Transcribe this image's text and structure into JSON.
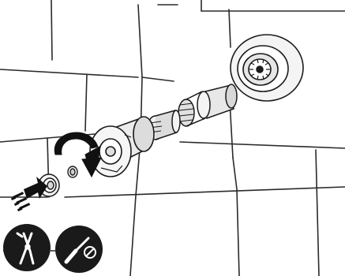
{
  "illustration": {
    "subject": "exploded-view-wall-mounted-shower-valve-installation",
    "colors": {
      "background": "#ffffff",
      "line": "#1a1a1a",
      "grout": "#2a2a2a",
      "part_fill": "#f4f4f4",
      "part_shade": "#d8d8d8",
      "arrow": "#111111",
      "badge_fill": "#1a1a1a",
      "badge_glyph": "#ffffff"
    },
    "parts": [
      {
        "name": "wall-tiles",
        "icon": "tile-grid"
      },
      {
        "name": "wall-flange",
        "icon": "round-escutcheon"
      },
      {
        "name": "valve-cartridge",
        "icon": "cylindrical-cartridge"
      },
      {
        "name": "splined-adapter",
        "icon": "spline-ring"
      },
      {
        "name": "handle-knob",
        "icon": "round-knob"
      },
      {
        "name": "set-screw",
        "icon": "screw"
      },
      {
        "name": "cap-plug",
        "icon": "cap-ring"
      }
    ],
    "annotations": {
      "rotation_arrow": "clockwise-rotation-arrow",
      "insert_arrow": "striped-insertion-arrow"
    },
    "tools": [
      {
        "name": "pliers-tool-badge",
        "icon": "pliers-icon"
      },
      {
        "name": "screwdriver-tool-badge",
        "icon": "screwdriver-icon"
      }
    ]
  }
}
